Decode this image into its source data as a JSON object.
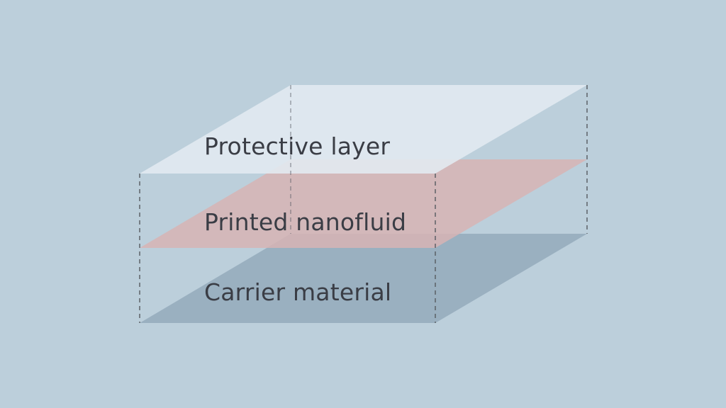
{
  "layers": [
    {
      "label": "Protective layer",
      "color": "#e3eaf1"
    },
    {
      "label": "Printed nanofluid",
      "color": "#d7b4b4"
    },
    {
      "label": "Carrier material",
      "color": "#98aebf"
    }
  ],
  "colors": {
    "background": "#bccfdb",
    "edge_dashed": "#555a60",
    "text": "#3a3d45"
  }
}
